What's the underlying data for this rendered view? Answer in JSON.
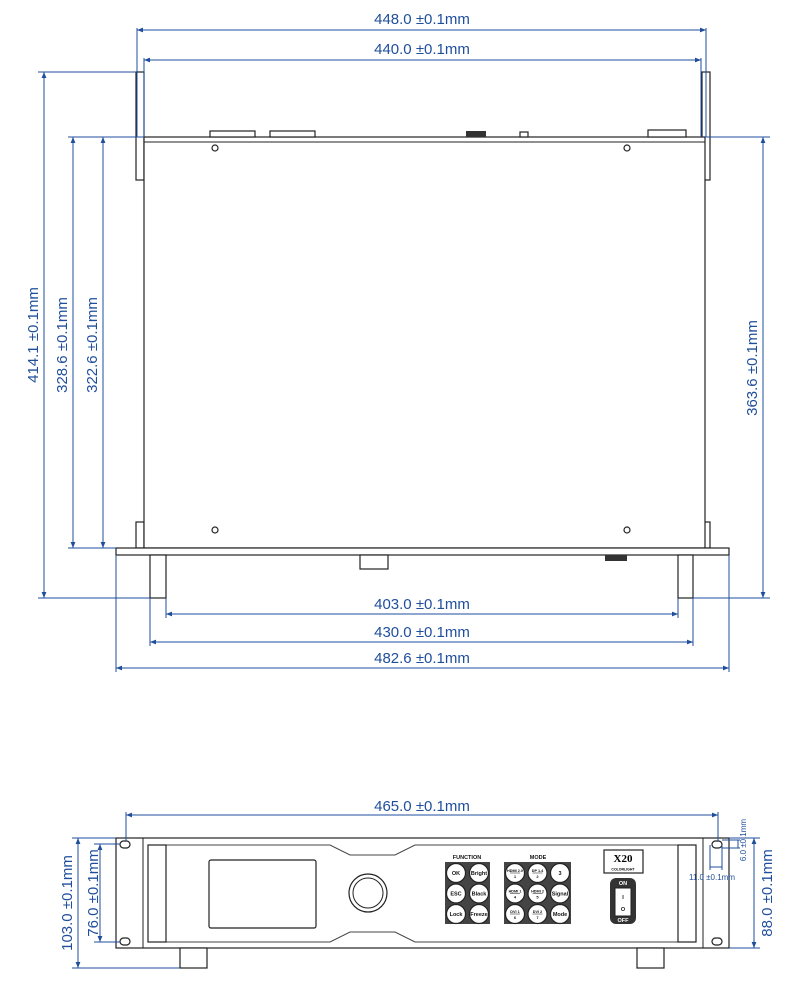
{
  "top_view": {
    "dimensions": {
      "outer_width": "448.0 ±0.1mm",
      "inner_width": "440.0 ±0.1mm",
      "total_depth": "414.1 ±0.1mm",
      "depth_a": "328.6 ±0.1mm",
      "depth_b": "322.6 ±0.1mm",
      "depth_c": "363.6 ±0.1mm",
      "feet_span": "403.0 ±0.1mm",
      "body_width": "430.0 ±0.1mm",
      "rack_width": "482.6 ±0.1mm"
    }
  },
  "front_view": {
    "dimensions": {
      "hole_span": "465.0 ±0.1mm",
      "total_height": "103.0 ±0.1mm",
      "hole_height": "76.0 ±0.1mm",
      "body_height": "88.0 ±0.1mm",
      "slot_width": "11.0 ±0.1mm",
      "slot_height": "6.0 ±0.1mm"
    },
    "function_label": "FUNCTION",
    "function_buttons": [
      {
        "top": "OK"
      },
      {
        "top": "Bright"
      },
      {
        "top": "ESC"
      },
      {
        "top": "Black"
      },
      {
        "top": "Lock"
      },
      {
        "top": "Freeze"
      }
    ],
    "mode_label": "MODE",
    "mode_buttons": [
      {
        "top": "HDMI 2.0",
        "num": "1"
      },
      {
        "top": "DP 1.4",
        "num": "2"
      },
      {
        "top": "",
        "num": "3"
      },
      {
        "top": "HDMI 1",
        "num": "4"
      },
      {
        "top": "HDMI 2",
        "num": "5"
      },
      {
        "top": "Signal",
        "num": ""
      },
      {
        "top": "DVI 1",
        "num": "6"
      },
      {
        "top": "DVI 2",
        "num": "7"
      },
      {
        "top": "Mode",
        "num": ""
      }
    ],
    "logo": {
      "model": "X20",
      "brand": "COLORLIGHT"
    },
    "power_switch": {
      "on": "ON",
      "off": "OFF",
      "on_symbol": "I",
      "off_symbol": "O"
    }
  },
  "colors": {
    "dimension": "#1f4e9c",
    "outline": "#222222"
  }
}
